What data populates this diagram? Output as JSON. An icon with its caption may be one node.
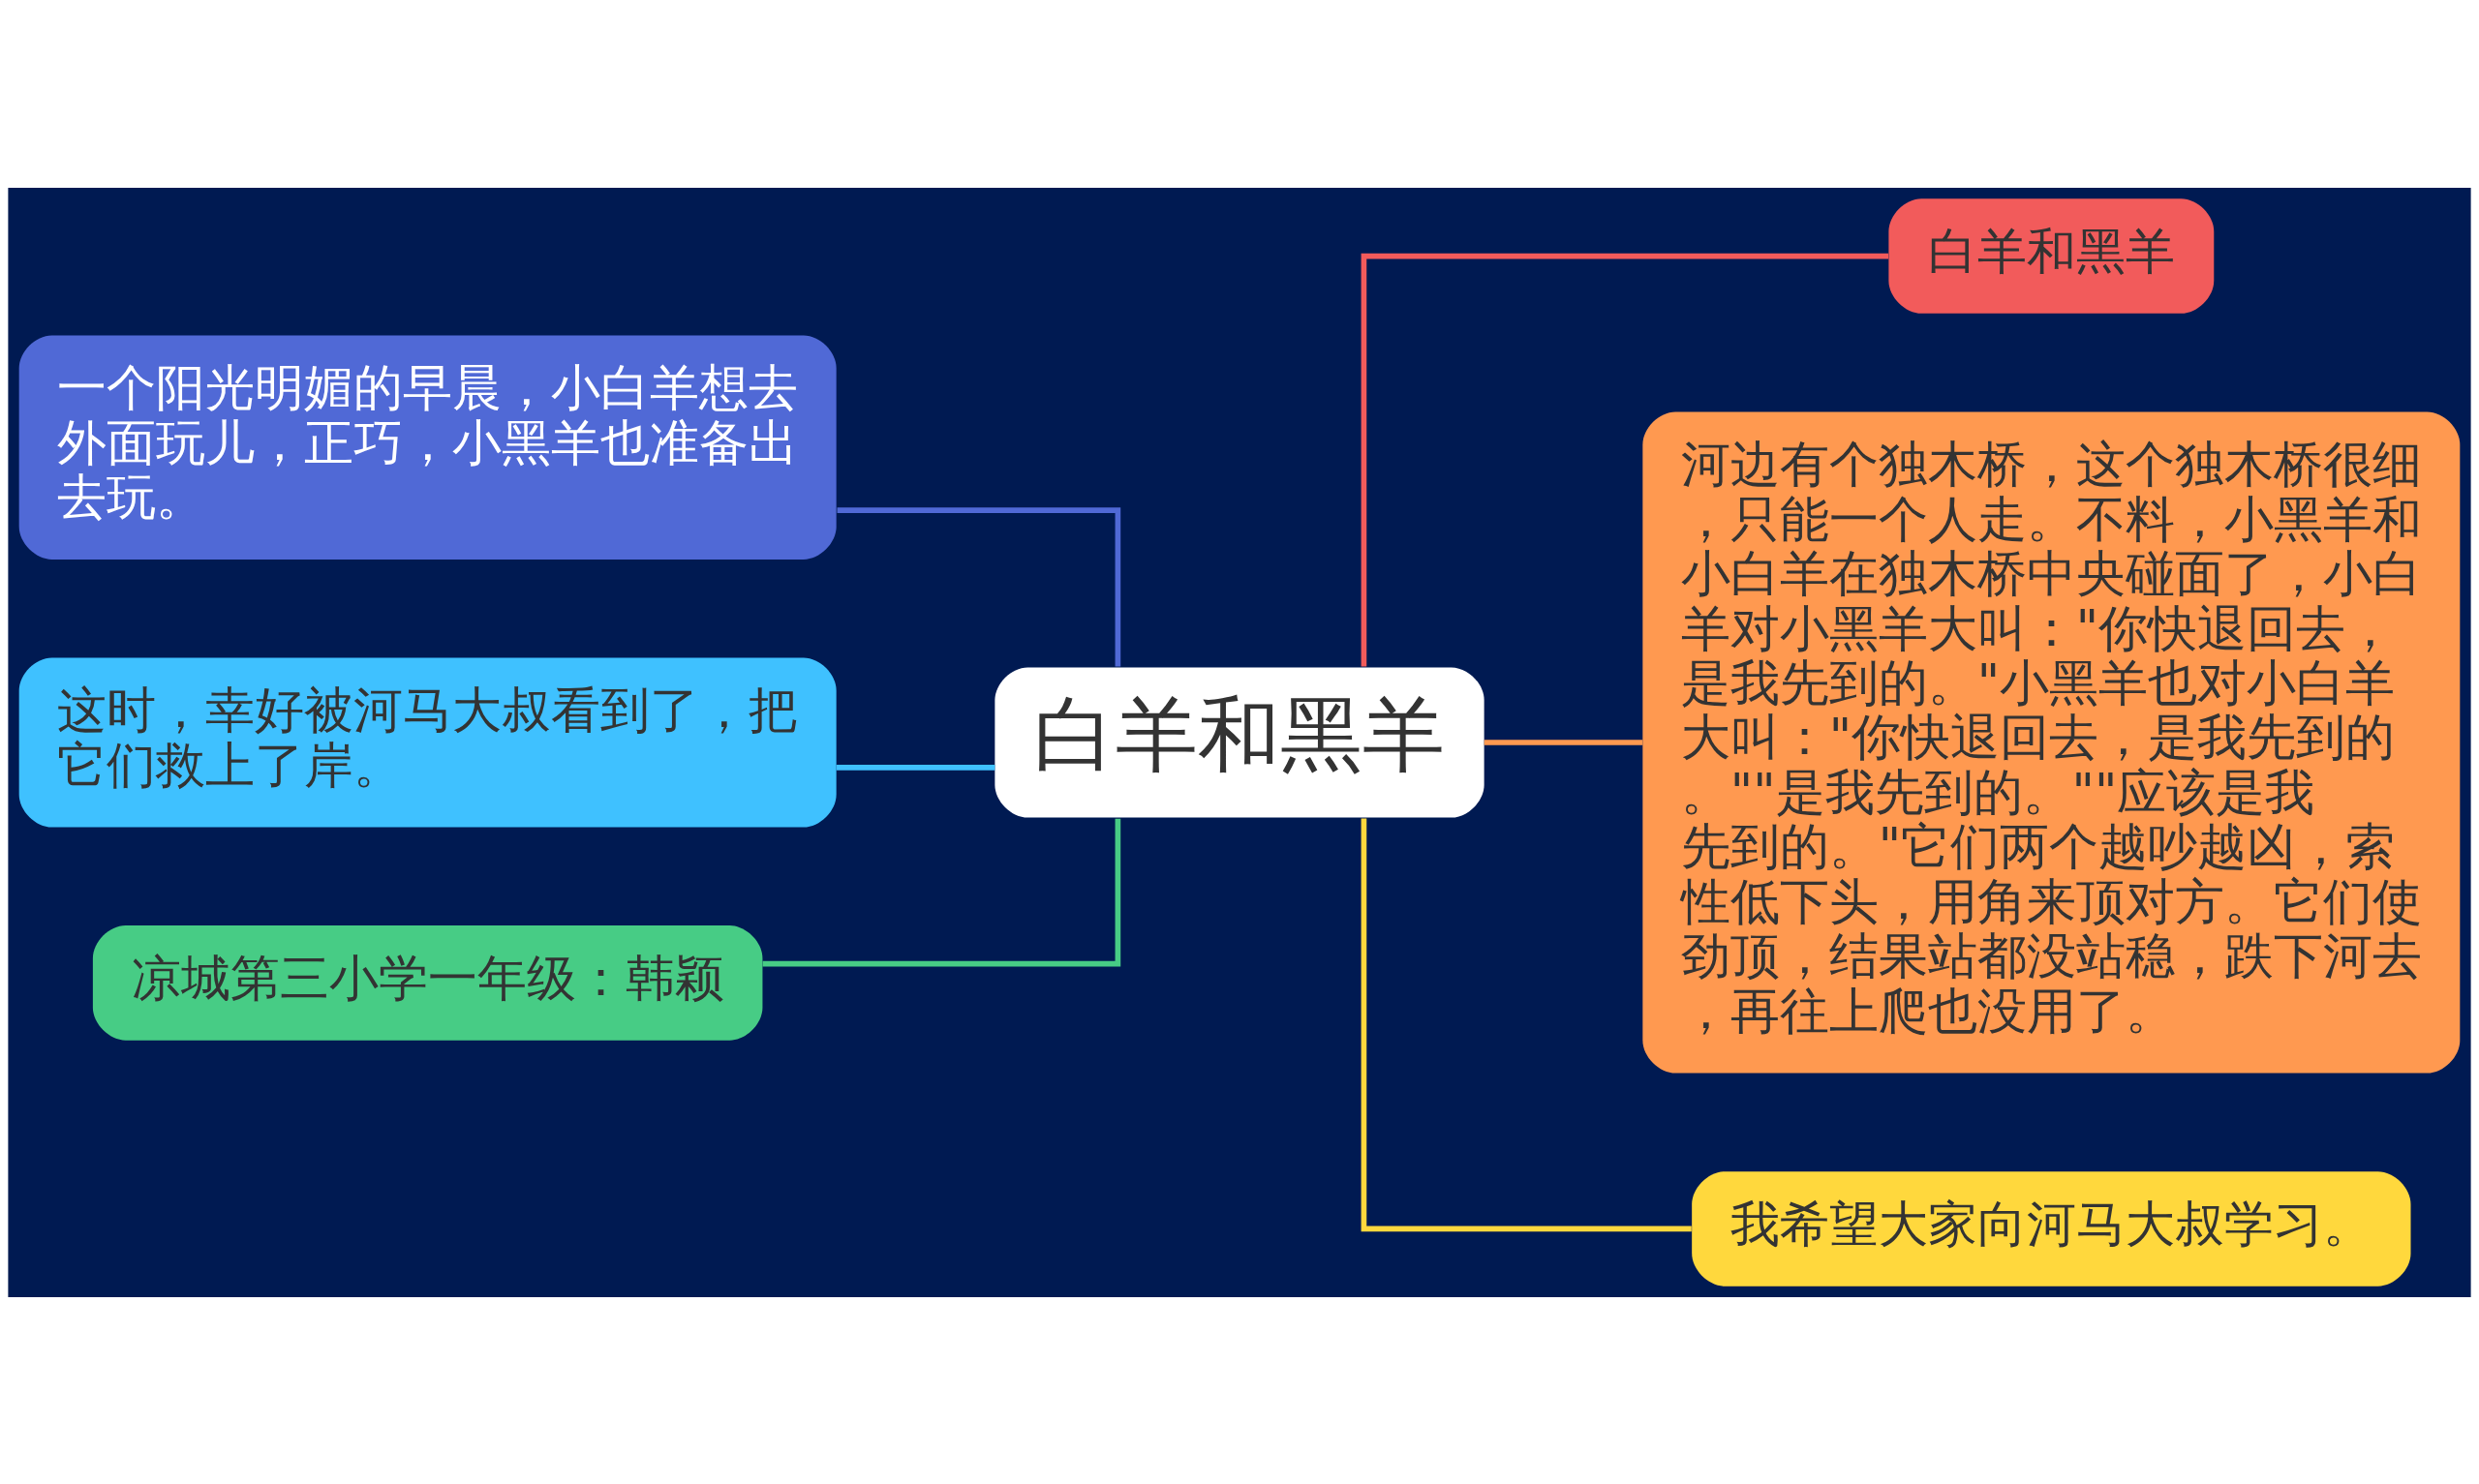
{
  "diagram": {
    "nodes": [
      {
        "text": [
          "白羊和黑羊"
        ]
      },
      {
        "text": [
          "一个阳光明媚的早晨，小白羊想去外面玩儿，正巧，小黑羊也准备出去玩。"
        ]
      },
      {
        "text": [
          "这时，幸好被河马大叔看到了，把它们救上了岸。"
        ]
      },
      {
        "text": [
          "凉城第三小学一年级：韩颖"
        ]
      },
      {
        "text": [
          "白羊和黑羊"
        ]
      },
      {
        "text": [
          "河边有个独木桥，这个独木桥很细，只能一个人走。不料，小黑羊和小白羊在独木桥中央碰面了，小白羊对小黑羊大叫：\"你快退回去，是我先到的。\"小黑羊也对小白羊大叫：\"你快退回去，是我先到的。\"\"是我先到的。\"\"应该是我先到的。\"它们两个越吵越凶，索性低下头，用角来顶对方。它们使劲顶，结果站都没站稳，跌下河去，再往上爬也没用了。"
        ]
      },
      {
        "text": [
          "我希望大家向河马大叔学习。"
        ]
      }
    ],
    "edges": [
      {
        "from": 0,
        "to": 1,
        "arrow": "none",
        "color": "#5069d6"
      },
      {
        "from": 0,
        "to": 2,
        "arrow": "none",
        "color": "#3fc1ff"
      },
      {
        "from": 0,
        "to": 3,
        "arrow": "none",
        "color": "#47cc85"
      },
      {
        "from": 0,
        "to": 4,
        "arrow": "none",
        "color": "#f25b5b"
      },
      {
        "from": 0,
        "to": 5,
        "arrow": "none",
        "color": "#ff9950"
      },
      {
        "from": 0,
        "to": 6,
        "arrow": "none",
        "color": "#ffd83d"
      }
    ]
  }
}
